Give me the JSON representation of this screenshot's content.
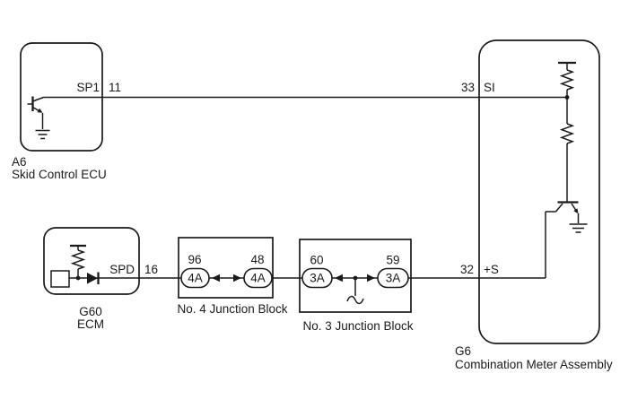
{
  "colors": {
    "background": "#ffffff",
    "line": "#1a1a1a"
  },
  "components": {
    "skid_control_ecu": {
      "code": "A6",
      "name": "Skid Control ECU",
      "pin": {
        "label": "SP1",
        "number": "11"
      }
    },
    "ecm": {
      "code": "G60",
      "name": "ECM",
      "pin": {
        "label": "SPD",
        "number": "16"
      }
    },
    "junction_block_4": {
      "name": "No. 4 Junction Block",
      "left": {
        "pin": "96",
        "connector": "4A"
      },
      "right": {
        "pin": "48",
        "connector": "4A"
      }
    },
    "junction_block_3": {
      "name": "No. 3 Junction Block",
      "left": {
        "pin": "60",
        "connector": "3A"
      },
      "right": {
        "pin": "59",
        "connector": "3A"
      }
    },
    "combination_meter": {
      "code": "G6",
      "name": "Combination Meter Assembly",
      "si_pin": {
        "number": "33",
        "label": "SI"
      },
      "s_pin": {
        "number": "32",
        "label": "+S"
      }
    }
  },
  "icons": {
    "transistor-icon": "bipolar transistor symbol",
    "resistor-icon": "zigzag resistor",
    "ground-icon": "chassis ground",
    "diode-icon": "diode with cathode bar",
    "power-bar-icon": "supply rail tee bar",
    "junction-dot": "solid wire junction dot",
    "arrowhead-icon": "connector mating arrow",
    "squiggle-icon": "wire continuation squiggle"
  }
}
